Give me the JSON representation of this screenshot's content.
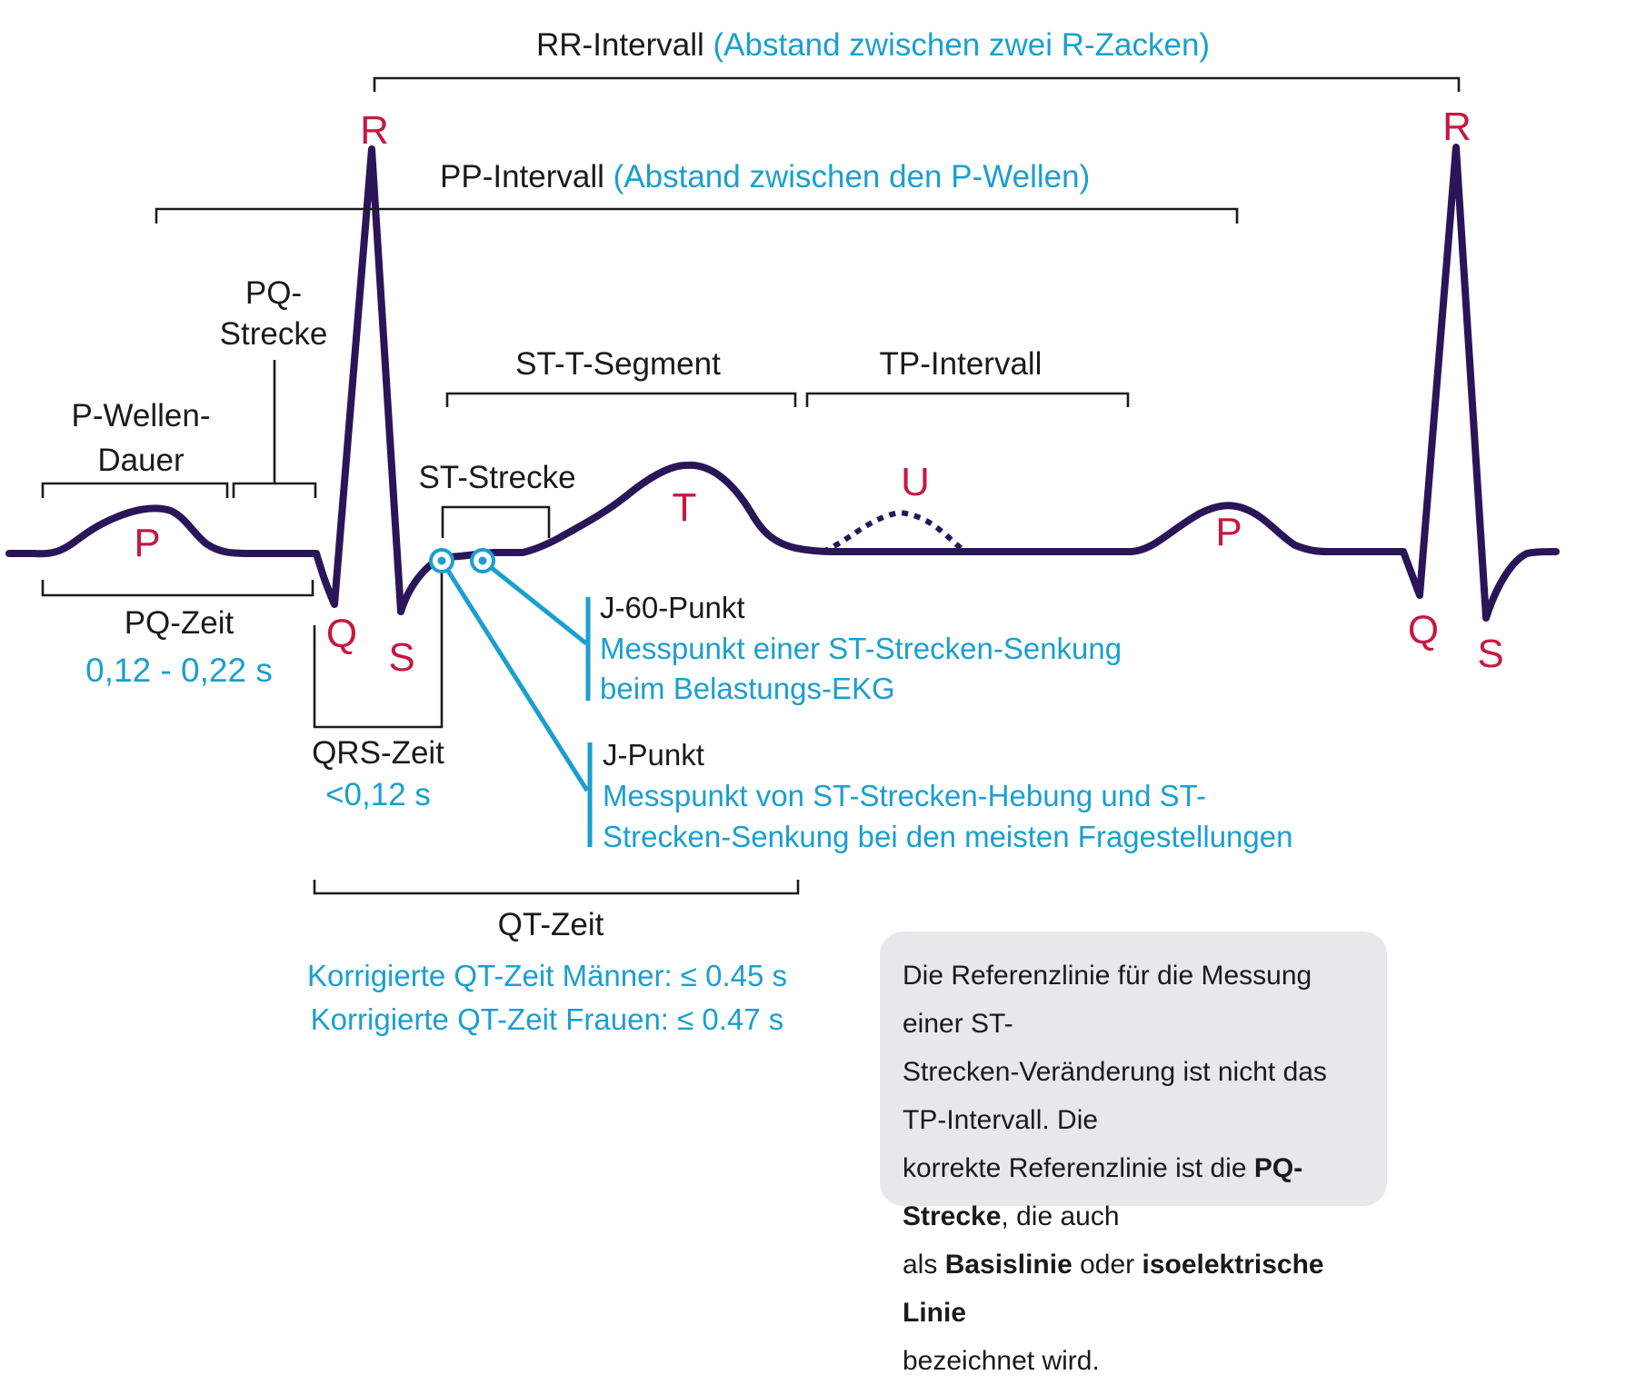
{
  "intervals": {
    "rr": "RR-Intervall",
    "rr_note": "(Abstand zwischen zwei R-Zacken)",
    "pp": "PP-Intervall",
    "pp_note": "(Abstand zwischen den P-Wellen)",
    "pq_strecke_1": "PQ-",
    "pq_strecke_2": "Strecke",
    "p_dauer_1": "P-Wellen-",
    "p_dauer_2": "Dauer",
    "st_t_segment": "ST-T-Segment",
    "tp_intervall": "TP-Intervall",
    "st_strecke": "ST-Strecke",
    "pq_zeit": "PQ-Zeit",
    "pq_zeit_value": "0,12 - 0,22 s",
    "qrs_zeit": "QRS-Zeit",
    "qrs_zeit_value": "<0,12 s",
    "qt_zeit": "QT-Zeit",
    "qt_men": "Korrigierte QT-Zeit Männer: ≤ 0.45 s",
    "qt_women": "Korrigierte QT-Zeit Frauen: ≤ 0.47 s"
  },
  "waves": {
    "p": "P",
    "q": "Q",
    "r": "R",
    "s": "S",
    "t": "T",
    "u": "U"
  },
  "points": {
    "j60_title": "J-60-Punkt",
    "j60_line1": "Messpunkt einer ST-Strecken-Senkung",
    "j60_line2": "beim Belastungs-EKG",
    "j_title": "J-Punkt",
    "j_line1": "Messpunkt von ST-Strecken-Hebung und ST-",
    "j_line2": "Strecken-Senkung bei den meisten Fragestellungen"
  },
  "note": {
    "line1": "Die Referenzlinie für die Messung einer ST-",
    "line2": "Strecken-Veränderung ist nicht das TP-Intervall. Die",
    "line3_pre": "korrekte Referenzlinie ist die ",
    "line3_bold": "PQ-Strecke",
    "line3_post": ", die auch",
    "line4_pre": "als ",
    "line4_bold1": "Basislinie",
    "line4_mid": " oder ",
    "line4_bold2": "isoelektrische Linie",
    "line5": "bezeichnet wird."
  },
  "colors": {
    "trace": "#2a1558",
    "wave_label": "#c41a40",
    "accent": "#1a9fcf",
    "note_bg": "#e7e8ea"
  }
}
